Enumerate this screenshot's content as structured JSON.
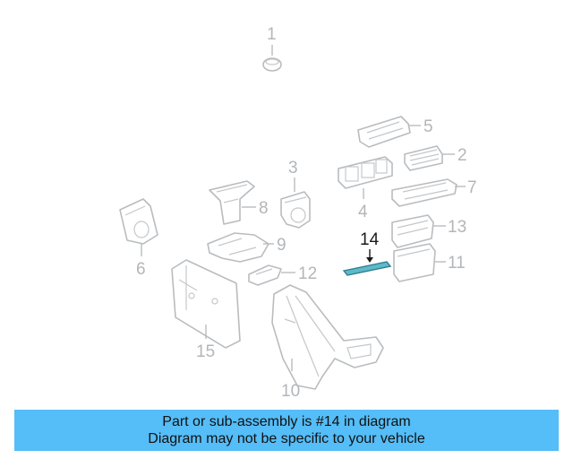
{
  "callouts": {
    "c1": "1",
    "c2": "2",
    "c3": "3",
    "c4": "4",
    "c5": "5",
    "c6": "6",
    "c7": "7",
    "c8": "8",
    "c9": "9",
    "c10": "10",
    "c11": "11",
    "c12": "12",
    "c13": "13",
    "c14": "14",
    "c15": "15"
  },
  "highlighted_part": "14",
  "colors": {
    "banner_bg": "#55bdf7",
    "highlight": "#5fb9c9",
    "line": "#b9bcbf"
  },
  "banner": {
    "line1": "Part or sub-assembly is #14 in diagram",
    "line2": "Diagram may not be specific to your vehicle"
  }
}
